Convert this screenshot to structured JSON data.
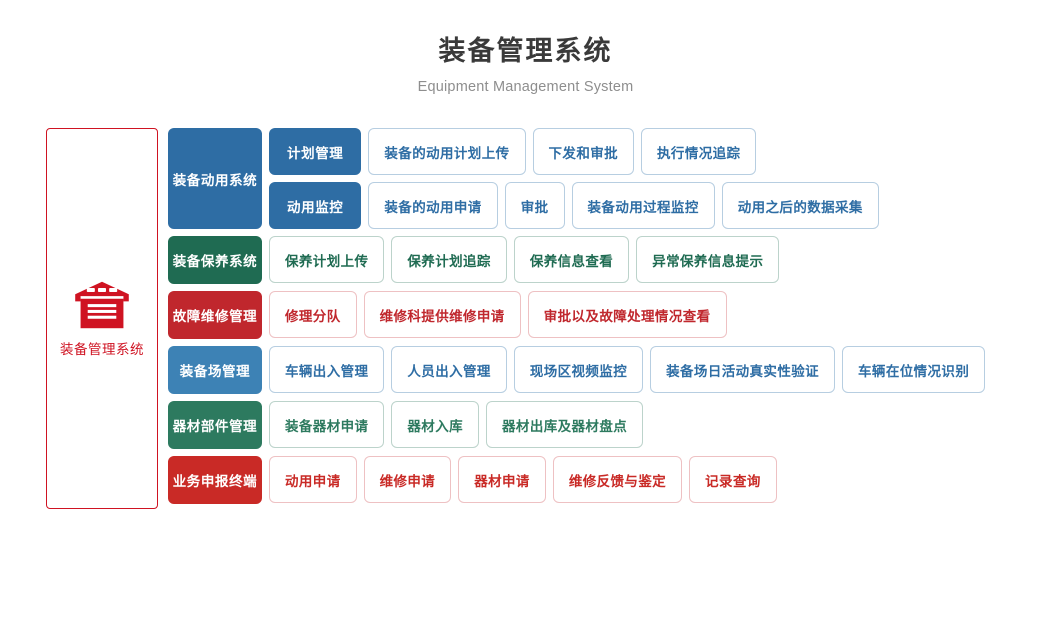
{
  "header": {
    "title": "装备管理系统",
    "subtitle": "Equipment Management System"
  },
  "brand": {
    "icon": "warehouse-icon",
    "label": "装备管理系统",
    "border_color": "#cf1322",
    "text_color": "#cf1322"
  },
  "rows": [
    {
      "id": "equipment-dispatch-system",
      "head": "装备动用系统",
      "theme": "t-blue",
      "accent": "#2e6da4",
      "subrows": [
        {
          "sub_head": "计划管理",
          "leaves": [
            "装备的动用计划上传",
            "下发和审批",
            "执行情况追踪"
          ]
        },
        {
          "sub_head": "动用监控",
          "leaves": [
            "装备的动用申请",
            "审批",
            "装备动用过程监控",
            "动用之后的数据采集"
          ]
        }
      ]
    },
    {
      "id": "equipment-maintenance-system",
      "head": "装备保养系统",
      "theme": "t-green",
      "accent": "#1f6b52",
      "subrows": [
        {
          "sub_head": null,
          "leaves": [
            "保养计划上传",
            "保养计划追踪",
            "保养信息查看",
            "异常保养信息提示"
          ]
        }
      ]
    },
    {
      "id": "fault-repair-management",
      "head": "故障维修管理",
      "theme": "t-red",
      "accent": "#c0272d",
      "subrows": [
        {
          "sub_head": null,
          "leaves": [
            "修理分队",
            "维修科提供维修申请",
            "审批以及故障处理情况查看"
          ]
        }
      ]
    },
    {
      "id": "equipment-yard-management",
      "head": "装备场管理",
      "theme": "t-blue2",
      "accent": "#3d82b5",
      "subrows": [
        {
          "sub_head": null,
          "leaves": [
            "车辆出入管理",
            "人员出入管理",
            "现场区视频监控",
            "装备场日活动真实性验证",
            "车辆在位情况识别"
          ]
        }
      ]
    },
    {
      "id": "equipment-parts-management",
      "head": "器材部件管理",
      "theme": "t-green2",
      "accent": "#2d7a5f",
      "subrows": [
        {
          "sub_head": null,
          "leaves": [
            "装备器材申请",
            "器材入库",
            "器材出库及器材盘点"
          ]
        }
      ]
    },
    {
      "id": "business-declaration-terminal",
      "head": "业务申报终端",
      "theme": "t-red2",
      "accent": "#c92a26",
      "subrows": [
        {
          "sub_head": null,
          "leaves": [
            "动用申请",
            "维修申请",
            "器材申请",
            "维修反馈与鉴定",
            "记录查询"
          ]
        }
      ]
    }
  ]
}
